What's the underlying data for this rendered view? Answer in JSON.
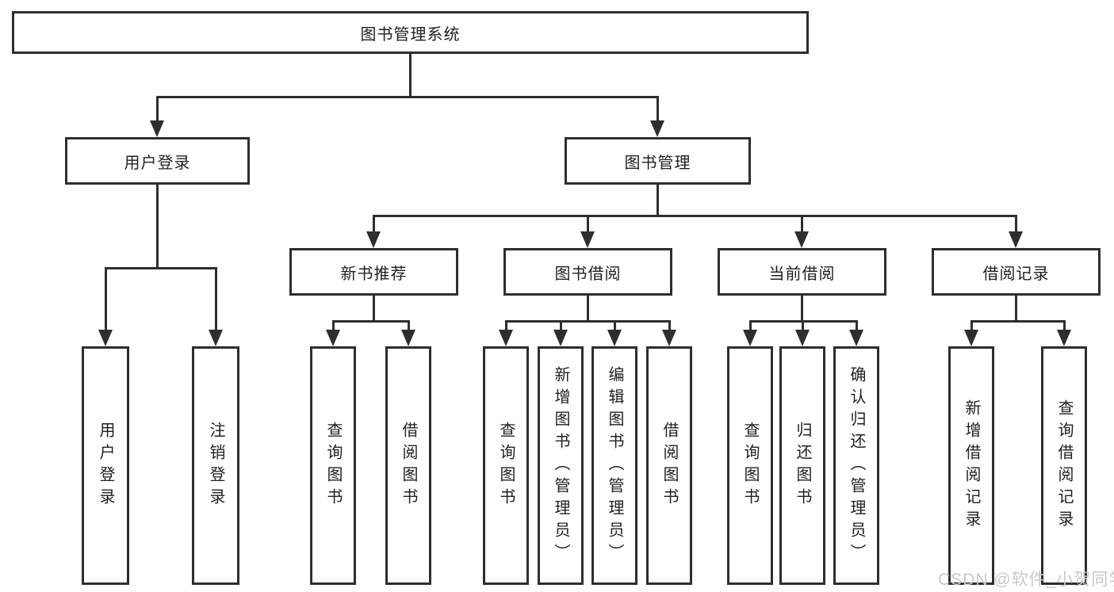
{
  "tree": {
    "label": "图书管理系统",
    "children": [
      {
        "label": "用户登录",
        "children": [
          {
            "label": "用户登录"
          },
          {
            "label": "注销登录"
          }
        ]
      },
      {
        "label": "图书管理",
        "children": [
          {
            "label": "新书推荐",
            "children": [
              {
                "label": "查询图书"
              },
              {
                "label": "借阅图书"
              }
            ]
          },
          {
            "label": "图书借阅",
            "children": [
              {
                "label": "查询图书"
              },
              {
                "label": "新增图书（管理员）"
              },
              {
                "label": "编辑图书（管理员）"
              },
              {
                "label": "借阅图书"
              }
            ]
          },
          {
            "label": "当前借阅",
            "children": [
              {
                "label": "查询图书"
              },
              {
                "label": "归还图书"
              },
              {
                "label": "确认归还（管理员）"
              }
            ]
          },
          {
            "label": "借阅记录",
            "children": [
              {
                "label": "新增借阅记录"
              },
              {
                "label": "查询借阅记录"
              }
            ]
          }
        ]
      }
    ]
  },
  "watermark": {
    "text": "CSDN @软件_小贺同学"
  },
  "colors": {
    "line": "#2e2e2e",
    "box_border": "#2e2e2e",
    "text": "#1f1f1f",
    "watermark": "#c9c9c9",
    "background": "#ffffff"
  }
}
